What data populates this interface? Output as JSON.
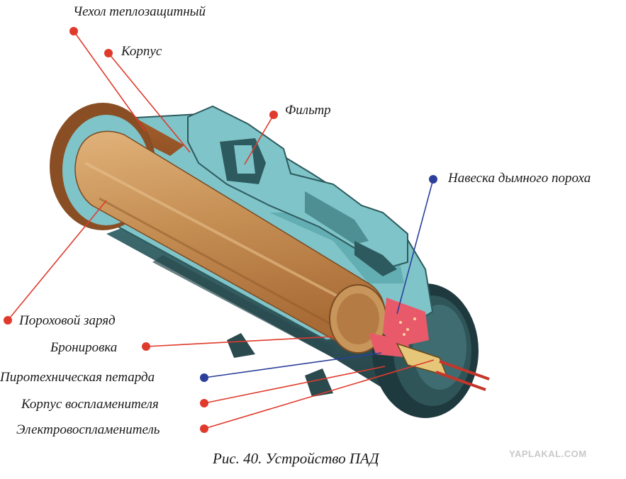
{
  "labels": {
    "chehol": "Чехол теплозащитный",
    "korpus": "Корпус",
    "filtr": "Фильтр",
    "naveska": "Навеска дымного пороха",
    "porokhovoy": "Пороховой заряд",
    "bronirovka": "Бронировка",
    "petarda": "Пиротехническая петарда",
    "korpus_vospl": "Корпус воспламенителя",
    "elektrovospl": "Электровоспламенитель"
  },
  "caption": "Рис. 40. Устройство ПАД",
  "watermark": "YAPLAKAL.COM",
  "colors": {
    "red_marker": "#e03a2c",
    "blue_marker": "#2b3f9a",
    "body_teal": "#7fc4c8",
    "body_dark": "#2e5a5e",
    "charge": "#c9975a",
    "cover": "#9a5a2c",
    "pink": "#e85a6a"
  }
}
